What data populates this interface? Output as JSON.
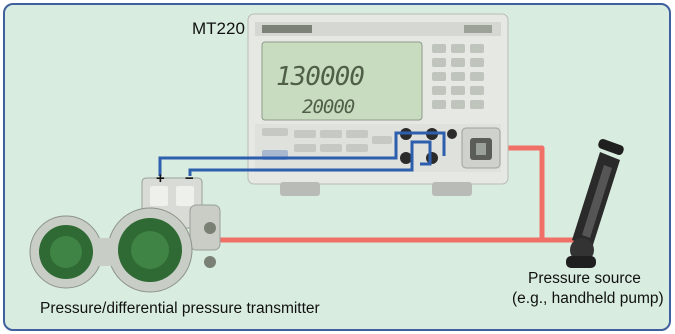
{
  "diagram": {
    "device_label": "MT220",
    "display_reading_main": "130000",
    "display_reading_sub": "20000",
    "plus_terminal": "+",
    "minus_terminal": "−",
    "transmitter_caption": "Pressure/differential pressure transmitter",
    "source_caption_line1": "Pressure source",
    "source_caption_line2": "(e.g., handheld pump)"
  },
  "colors": {
    "background": "#d8eddf",
    "frame_border": "#3f5f9e",
    "signal_wire": "#2e5fae",
    "pressure_line": "#f07068",
    "device_body": "#e6e8e4",
    "display": "#c8dcc0"
  }
}
